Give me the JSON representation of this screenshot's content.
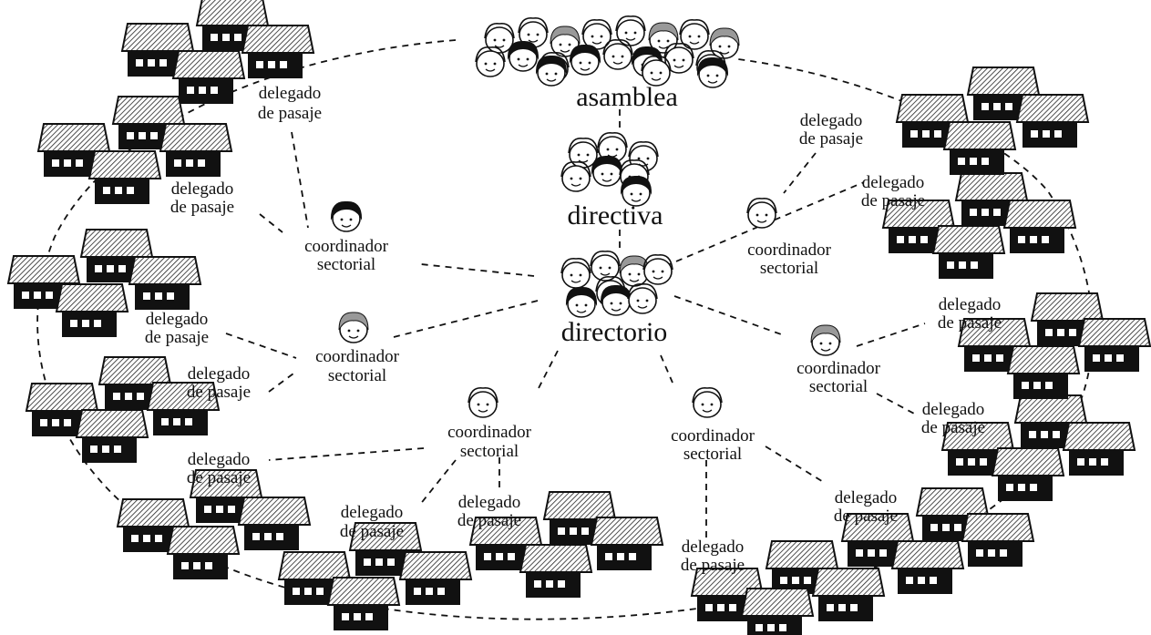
{
  "nodes": {
    "asamblea": "asamblea",
    "directiva": "directiva",
    "directorio": "directorio"
  },
  "coordinators": [
    {
      "line1": "coordinador",
      "line2": "sectorial"
    },
    {
      "line1": "coordinador",
      "line2": "sectorial"
    },
    {
      "line1": "coordinador",
      "line2": "sectorial"
    },
    {
      "line1": "coordinador",
      "line2": "sectorial"
    },
    {
      "line1": "coordinador",
      "line2": "sectorial"
    },
    {
      "line1": "coordinador",
      "line2": "sectorial"
    }
  ],
  "delegates": [
    {
      "line1": "delegado",
      "line2": "de pasaje"
    },
    {
      "line1": "delegado",
      "line2": "de pasaje"
    },
    {
      "line1": "delegado",
      "line2": "de pasaje"
    },
    {
      "line1": "delegado",
      "line2": "de pasaje"
    },
    {
      "line1": "delegado",
      "line2": "de pasaje"
    },
    {
      "line1": "delegado",
      "line2": "de pasaje"
    },
    {
      "line1": "delegado",
      "line2": "de pasaje"
    },
    {
      "line1": "delegado",
      "line2": "de pasaje"
    },
    {
      "line1": "delegado",
      "line2": "de pasaje"
    },
    {
      "line1": "delegado",
      "line2": "de pasaje"
    },
    {
      "line1": "delegado",
      "line2": "de pasaje"
    },
    {
      "line1": "delegado",
      "line2": "de pasaje"
    },
    {
      "line1": "delegado",
      "line2": "de pasaje"
    }
  ],
  "icons": {
    "house": "house-icon",
    "person": "person-face-icon",
    "group": "people-group-icon"
  }
}
